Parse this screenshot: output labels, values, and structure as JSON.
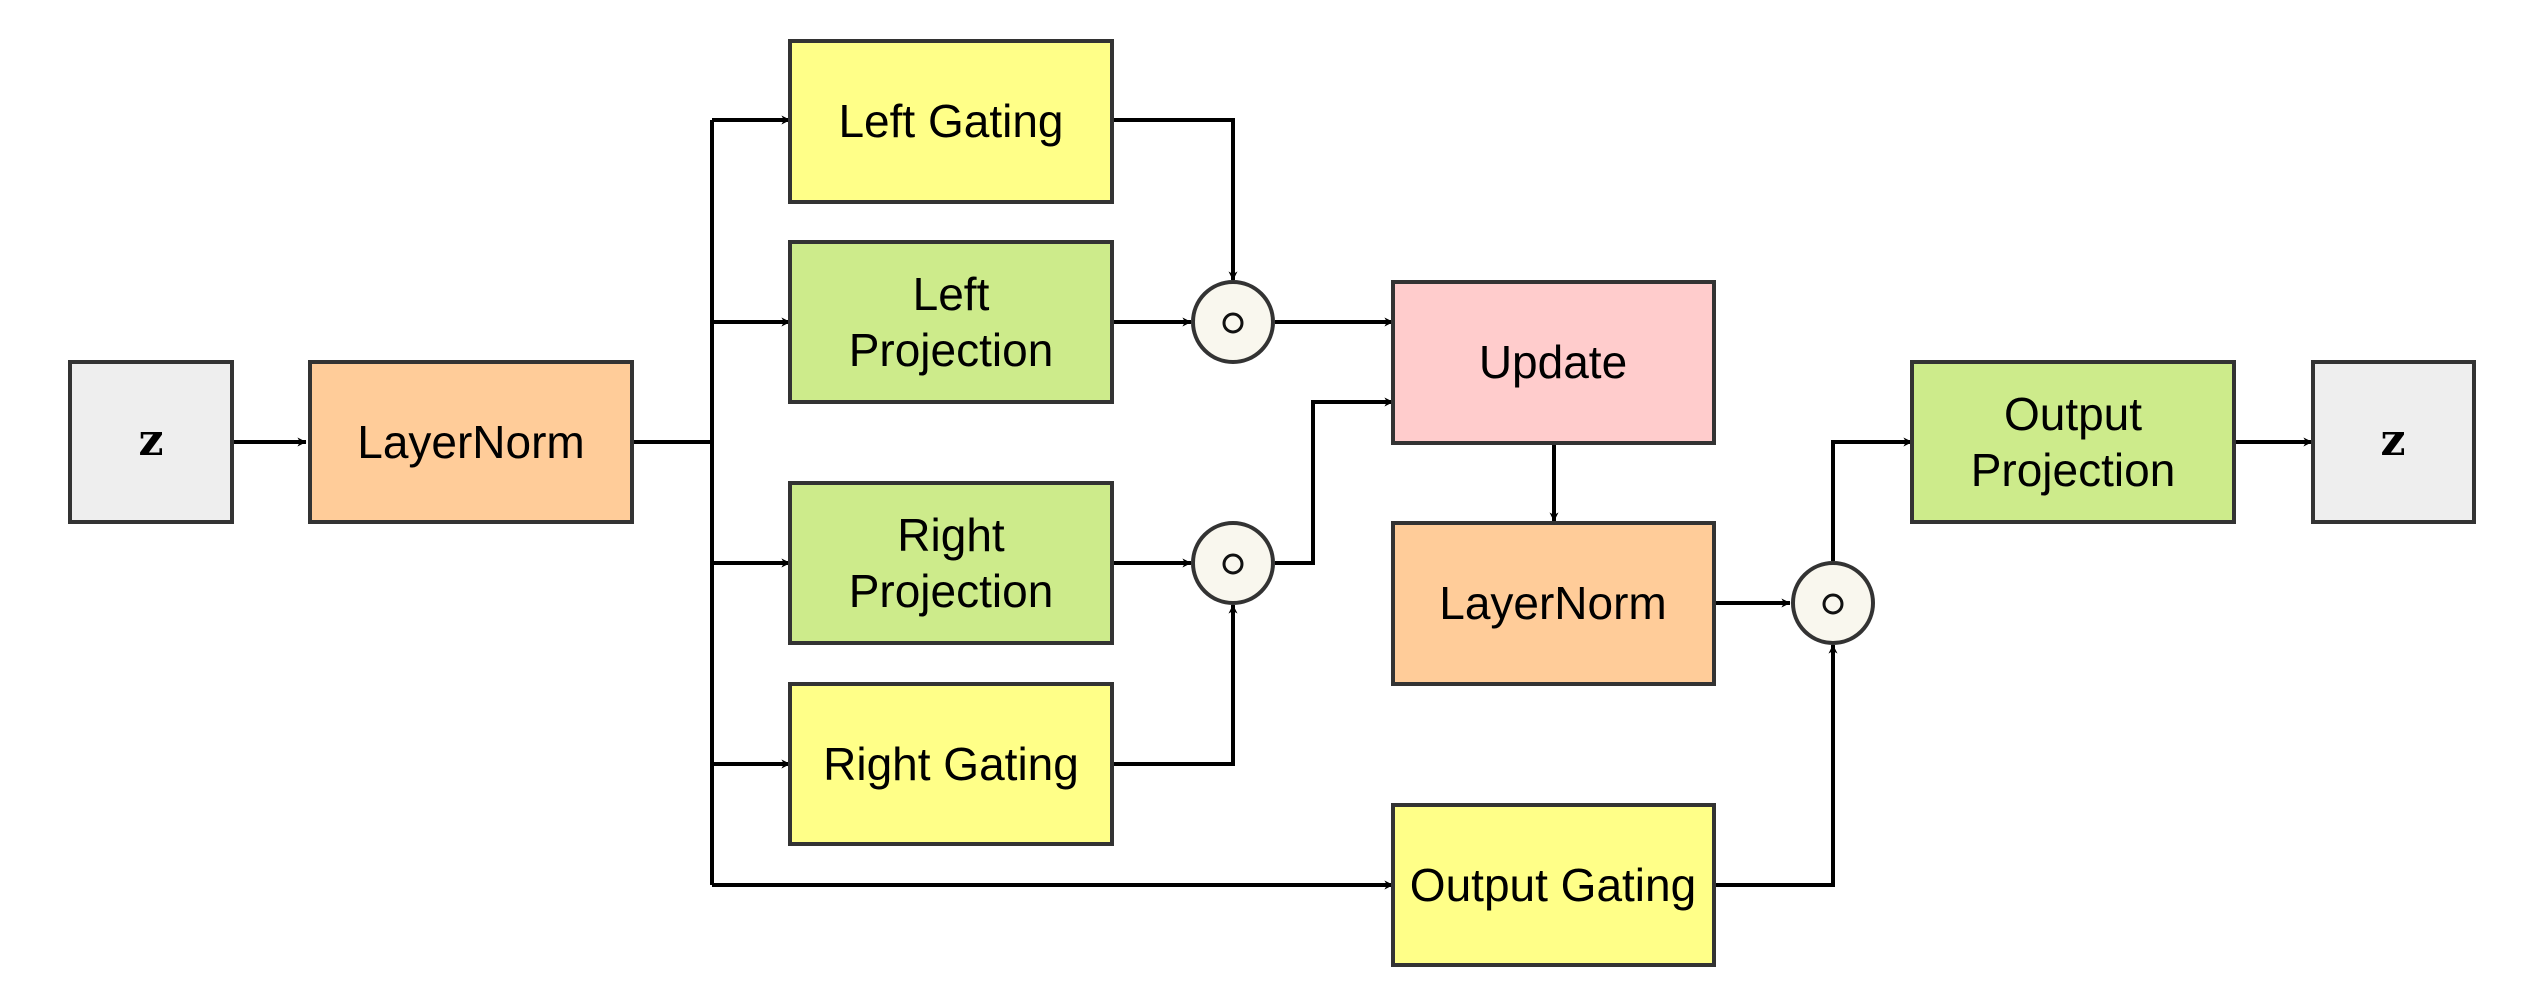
{
  "colors": {
    "input": "#eeeeee",
    "norm": "#ffcc99",
    "projection": "#cdeb8b",
    "gating": "#ffff88",
    "update": "#ffcccc",
    "operator": "#f9f7ee",
    "stroke": "#333333",
    "edge": "#000000"
  },
  "nodes": {
    "z_in": {
      "text": "z",
      "fill": "input"
    },
    "layernorm_in": {
      "text": "LayerNorm",
      "fill": "norm"
    },
    "left_gating": {
      "text": "Left Gating",
      "fill": "gating"
    },
    "left_projection": {
      "text": "Left\nProjection",
      "fill": "projection"
    },
    "right_projection": {
      "text": "Right\nProjection",
      "fill": "projection"
    },
    "right_gating": {
      "text": "Right Gating",
      "fill": "gating"
    },
    "update": {
      "text": "Update",
      "fill": "update"
    },
    "layernorm_mid": {
      "text": "LayerNorm",
      "fill": "norm"
    },
    "output_gating": {
      "text": "Output Gating",
      "fill": "gating"
    },
    "output_projection": {
      "text": "Output\nProjection",
      "fill": "projection"
    },
    "z_out": {
      "text": "z",
      "fill": "input"
    }
  },
  "operators": {
    "mul_left": {
      "symbol": "hadamard-product"
    },
    "mul_right": {
      "symbol": "hadamard-product"
    },
    "mul_out": {
      "symbol": "hadamard-product"
    }
  },
  "edges": [
    {
      "from": "z_in",
      "to": "layernorm_in"
    },
    {
      "from": "layernorm_in",
      "to": "left_gating"
    },
    {
      "from": "layernorm_in",
      "to": "left_projection"
    },
    {
      "from": "layernorm_in",
      "to": "right_projection"
    },
    {
      "from": "layernorm_in",
      "to": "right_gating"
    },
    {
      "from": "layernorm_in",
      "to": "output_gating"
    },
    {
      "from": "left_gating",
      "to": "mul_left"
    },
    {
      "from": "left_projection",
      "to": "mul_left"
    },
    {
      "from": "right_projection",
      "to": "mul_right"
    },
    {
      "from": "right_gating",
      "to": "mul_right"
    },
    {
      "from": "mul_left",
      "to": "update"
    },
    {
      "from": "mul_right",
      "to": "update"
    },
    {
      "from": "update",
      "to": "layernorm_mid"
    },
    {
      "from": "layernorm_mid",
      "to": "mul_out"
    },
    {
      "from": "output_gating",
      "to": "mul_out"
    },
    {
      "from": "mul_out",
      "to": "output_projection"
    },
    {
      "from": "output_projection",
      "to": "z_out"
    }
  ]
}
